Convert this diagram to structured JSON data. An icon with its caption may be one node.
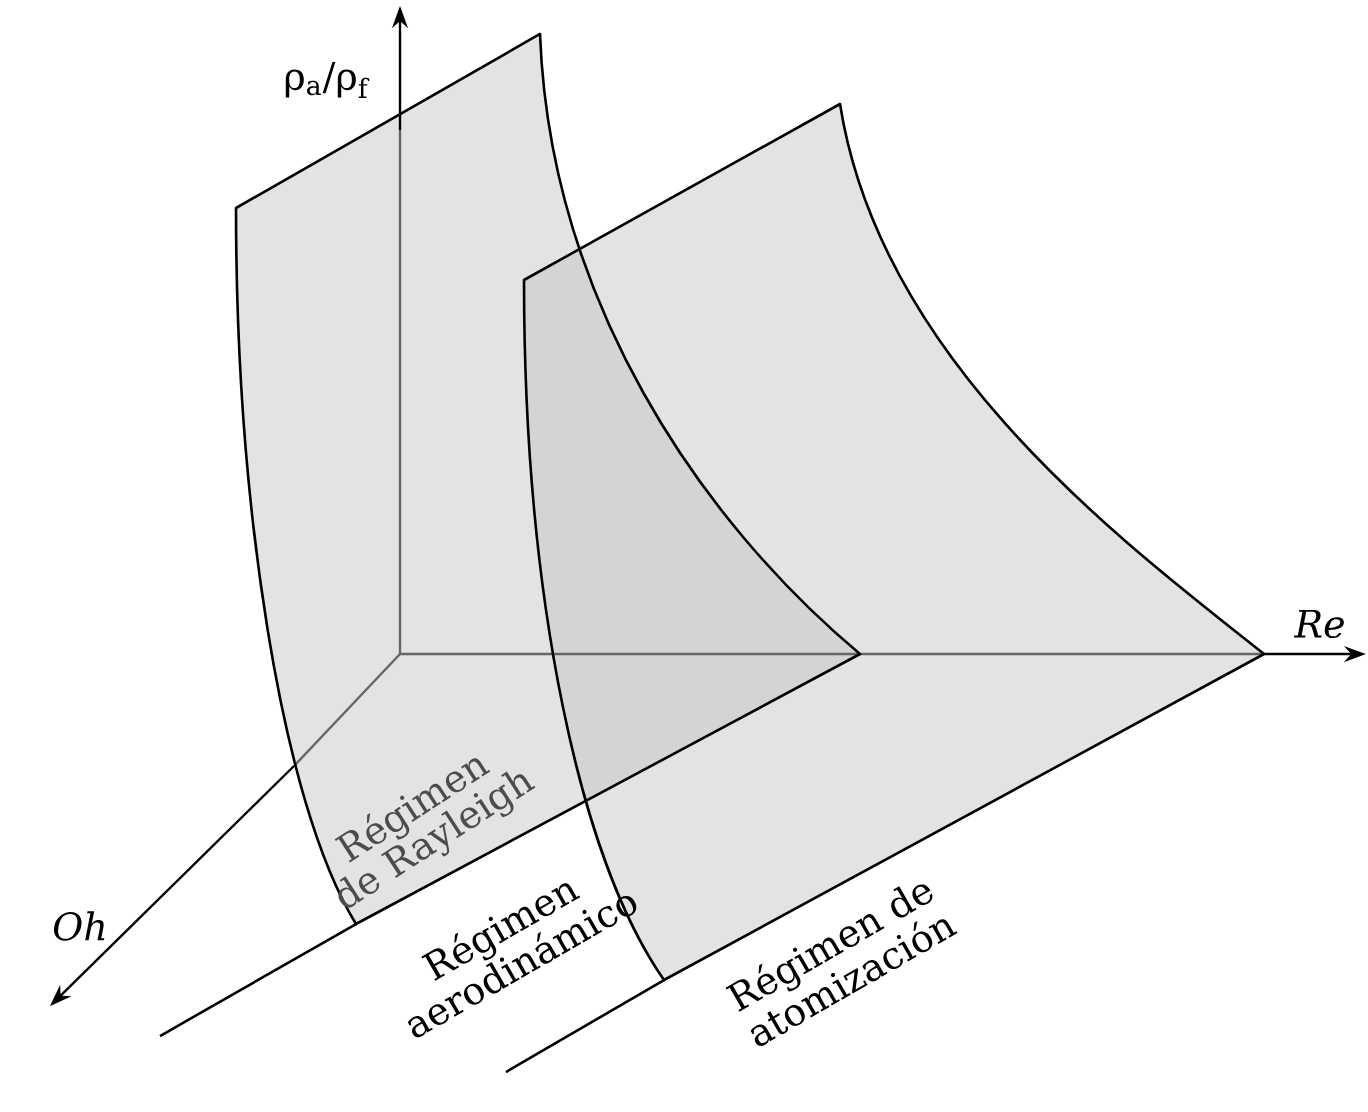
{
  "diagram": {
    "labels": [
      "ρ$_{a}$/ρ$_{f}$",
      "Re",
      "Oh",
      "Régimen de Rayleigh",
      "Régimen aerodinámico",
      "Régimen de atomización"
    ]
  }
}
